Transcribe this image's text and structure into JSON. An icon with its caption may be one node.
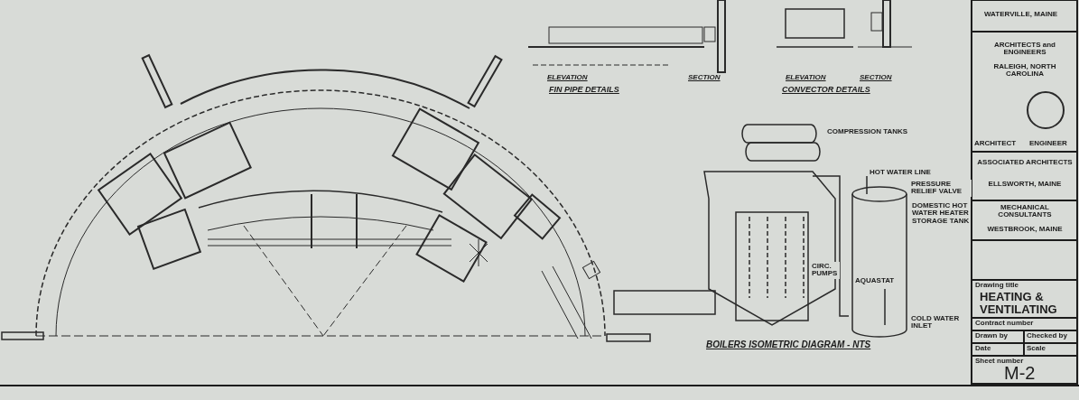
{
  "diagram": {
    "labels": [
      "ELEVATION",
      "SECTION",
      "FIN PIPE DETAILS",
      "ELEVATION",
      "SECTION",
      "CONVECTOR DETAILS",
      "COMPRESSION TANKS",
      "HOT WATER LINE",
      "PRESSURE RELIEF VALVE",
      "DOMESTIC HOT WATER HEATER STORAGE TANK",
      "CIRC. PUMPS",
      "AQUASTAT",
      "COLD WATER INLET",
      "BOILERS ISOMETRIC DIAGRAM - NTS",
      "WATERVILLE, MAINE",
      "ARCHITECTS and ENGINEERS",
      "RALEIGH, NORTH CAROLINA",
      "ARCHITECT",
      "ENGINEER",
      "ASSOCIATED ARCHITECTS",
      "ELLSWORTH, MAINE",
      "MECHANICAL CONSULTANTS",
      "WESTBROOK, MAINE",
      "Drawing title",
      "HEATING & VENTILATING",
      "Contract number",
      "Drawn by",
      "Checked by",
      "Date",
      "Scale",
      "Sheet number",
      "M-2"
    ]
  }
}
